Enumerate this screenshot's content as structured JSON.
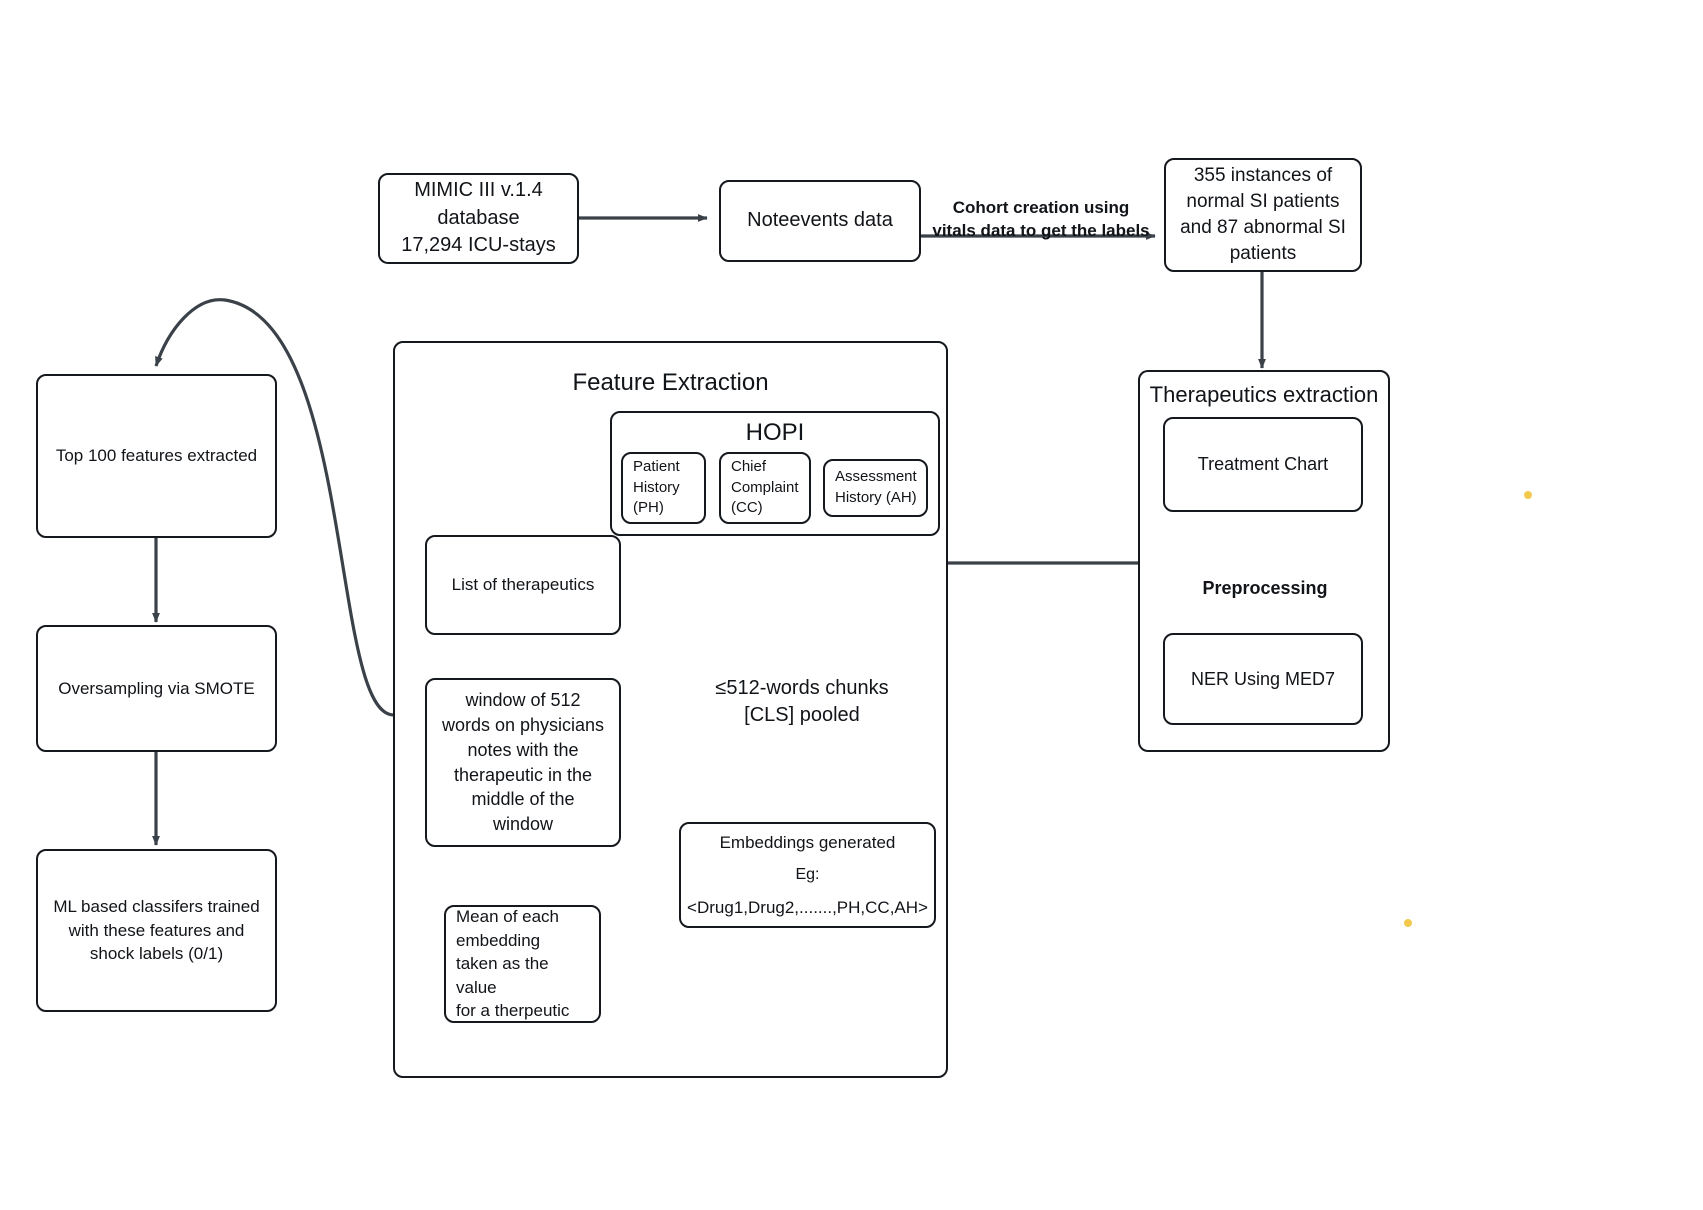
{
  "diagram": {
    "title": "ML pipeline for shock index prediction from MIMIC III notes",
    "accent_color": "#3b4149",
    "box_border_color": "#15191e",
    "background": "#ffffff"
  },
  "nodes": {
    "mimic": {
      "label": "MIMIC III v.1.4\ndatabase\n17,294 ICU-stays"
    },
    "noteevents": {
      "label": "Noteevents data"
    },
    "cohort": {
      "label": "355 instances of\nnormal SI patients\nand 87 abnormal SI\npatients"
    },
    "therapeutics_panel": {
      "title": "Therapeutics extraction"
    },
    "treatment_chart": {
      "label": "Treatment Chart"
    },
    "ner": {
      "label": "NER Using MED7"
    },
    "feature_panel": {
      "title": "Feature Extraction"
    },
    "hopi_panel": {
      "title": "HOPI"
    },
    "patient_history": {
      "label": "Patient\nHistory\n(PH)"
    },
    "chief_complaint": {
      "label": "Chief\nComplaint\n(CC)"
    },
    "assessment_history": {
      "label": "Assessment\nHistory (AH)"
    },
    "list_therapeutics": {
      "label": "List of therapeutics"
    },
    "window512": {
      "label": "window of 512\nwords on physicians\nnotes with the\ntherapeutic in the\nmiddle of the\nwindow"
    },
    "mean_embedding": {
      "label": "Mean of each\nembedding\ntaken as the value\nfor a therpeutic"
    },
    "embeddings": {
      "label": "Embeddings generated",
      "example_prefix": "Eg:",
      "example": "<Drug1,Drug2,.......,PH,CC,AH>"
    },
    "top100": {
      "label": "Top 100 features extracted"
    },
    "smote": {
      "label": "Oversampling via SMOTE"
    },
    "ml_classifiers": {
      "label": "ML based classifers trained\nwith these features and\nshock labels (0/1)"
    }
  },
  "edge_labels": {
    "cohort_creation": "Cohort creation using\nvitals data to get the labels",
    "preprocessing": "Preprocessing",
    "chunks": "≤512-words chunks\n[CLS] pooled"
  },
  "markers": {
    "dot_right": {
      "color": "#f2c94c"
    },
    "dot_lower": {
      "color": "#f2c94c"
    }
  }
}
